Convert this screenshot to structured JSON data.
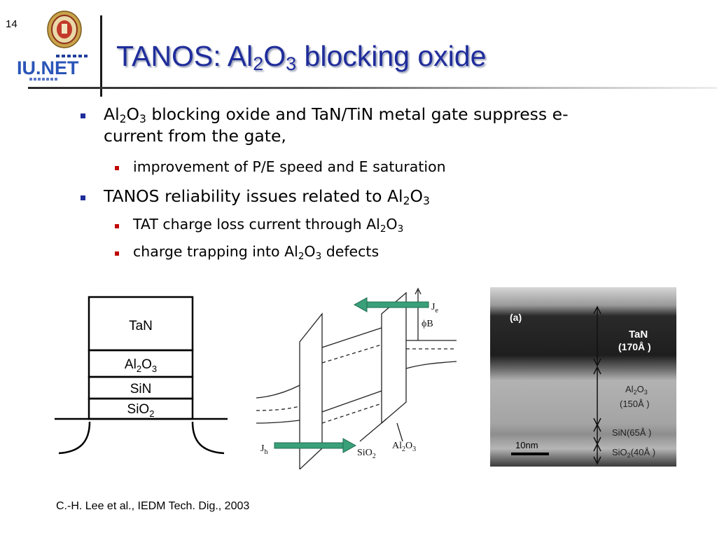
{
  "slide_number": "14",
  "logo": {
    "text": "IU.NET"
  },
  "title": {
    "main": "TANOS: Al",
    "sub1": "2",
    "mid": "O",
    "sub2": "3",
    "tail": " blocking oxide"
  },
  "bullets": [
    {
      "pre": "Al",
      "s1": "2",
      "mid": "O",
      "s2": "3",
      "text": " blocking oxide and TaN/TiN metal gate suppress e-",
      "text2": "current from the gate,"
    },
    {
      "text": "improvement of P/E speed and E saturation"
    },
    {
      "pre": "TANOS reliability issues related to Al",
      "s1": "2",
      "mid": "O",
      "s2": "3"
    },
    {
      "pre": "TAT charge loss current through Al",
      "s1": "2",
      "mid": "O",
      "s2": "3"
    },
    {
      "pre": "charge trapping into Al",
      "s1": "2",
      "mid": "O",
      "s2": "3",
      "post": " defects"
    }
  ],
  "stack": {
    "tan": "TaN",
    "al2o3": {
      "pre": "Al",
      "s1": "2",
      "mid": "O",
      "s2": "3"
    },
    "sin": "SiN",
    "sio2": {
      "pre": "SiO",
      "s1": "2"
    }
  },
  "band": {
    "je": "J",
    "je_sub": "e",
    "phi": "ϕB",
    "jh": "J",
    "jh_sub": "h",
    "sio2": "SiO",
    "sio2_sub": "2",
    "al2o3": "Al",
    "al2o3_s1": "2",
    "al2o3_mid": "O",
    "al2o3_s2": "3"
  },
  "tem": {
    "panel": "(a)",
    "tan": "TaN",
    "tan_t": "(170Å )",
    "al2o3": "Al",
    "al2o3_s1": "2",
    "al2o3_mid": "O",
    "al2o3_s2": "3",
    "al2o3_t": "(150Å )",
    "sin": "SiN(65Å )",
    "sio2": "SiO",
    "sio2_s": "2",
    "sio2_t": "(40Å )",
    "scale": "10nm"
  },
  "citation": "C.-H. Lee et al., IEDM Tech. Dig., 2003",
  "colors": {
    "title": "#1f2d9b",
    "bullet1": "#1f2d9b",
    "bullet2": "#c00000",
    "arrow": "#3aa07a"
  }
}
